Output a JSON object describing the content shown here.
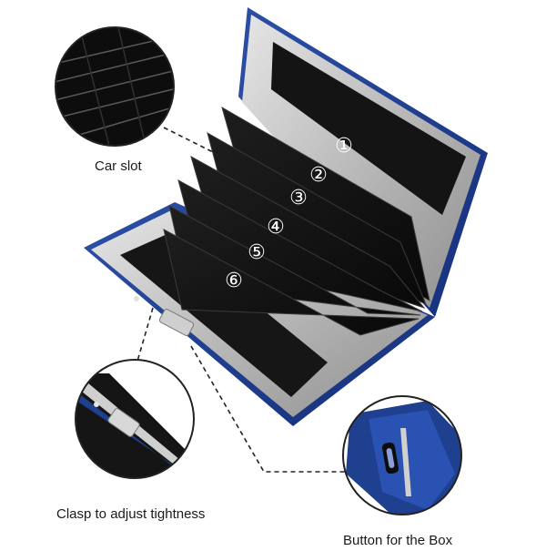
{
  "labels": {
    "card_slot": "Car slot",
    "clasp": "Clasp to adjust tightness",
    "button": "Button for the Box"
  },
  "slot_numbers": [
    "①",
    "②",
    "③",
    "④",
    "⑤",
    "⑥"
  ],
  "colors": {
    "background": "#ffffff",
    "case_blue": "#1f3f8f",
    "steel": "#c9c9c9",
    "interior_black": "#141414",
    "caption_text": "#1a1a1a"
  },
  "icons": [
    "card-slot-detail-icon",
    "clasp-detail-icon",
    "button-detail-icon"
  ]
}
